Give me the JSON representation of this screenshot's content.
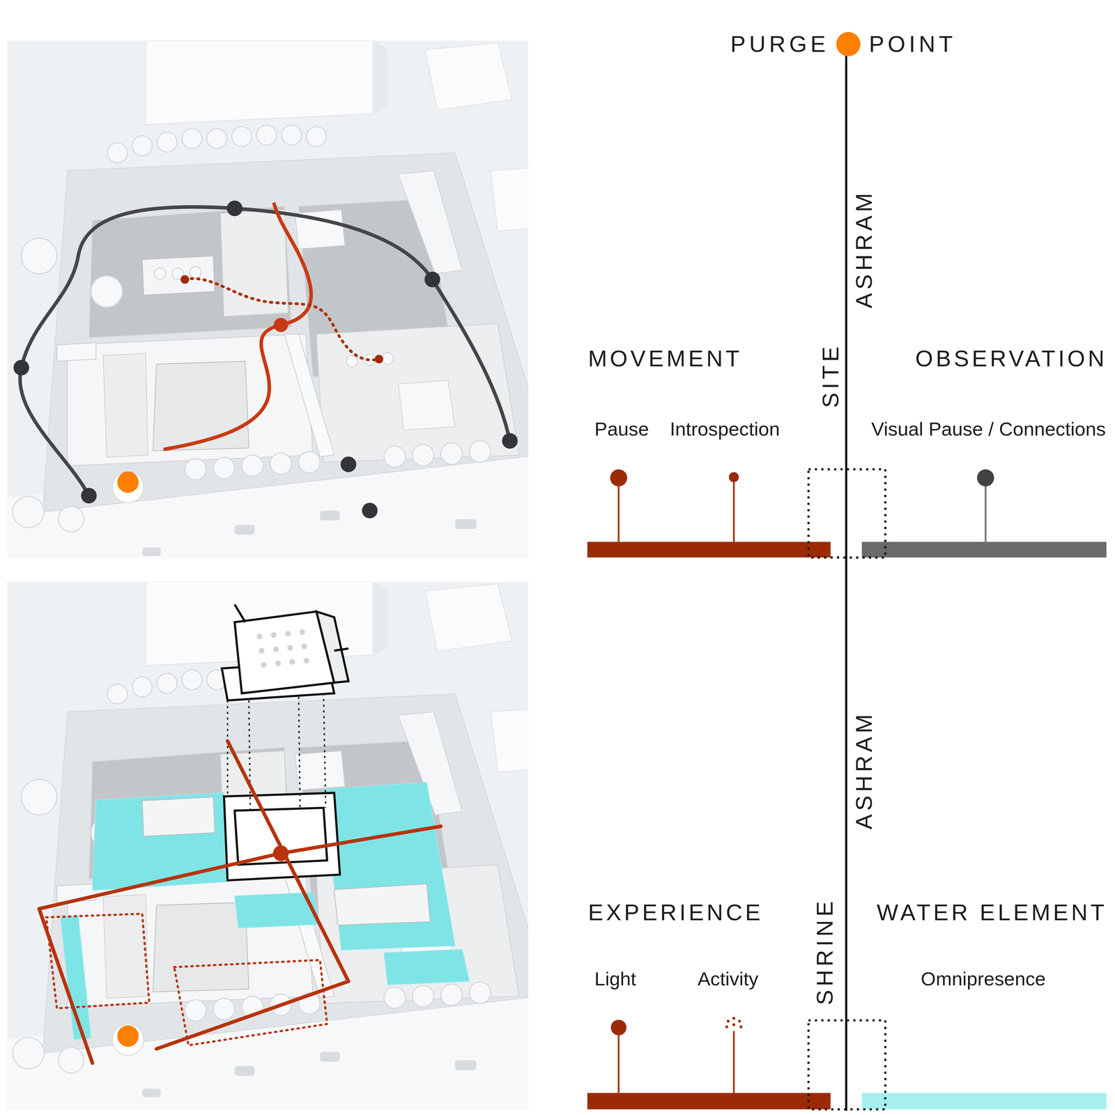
{
  "diagram": {
    "labels": [
      "PURGE",
      "POINT",
      "ASHRAM",
      "MOVEMENT",
      "SITE",
      "OBSERVATION",
      "Pause",
      "Introspection",
      "Visual Pause / Connections",
      "ASHRAM",
      "EXPERIENCE",
      "SHRINE",
      "WATER ELEMENT",
      "Light",
      "Activity",
      "Omnipresence"
    ]
  }
}
